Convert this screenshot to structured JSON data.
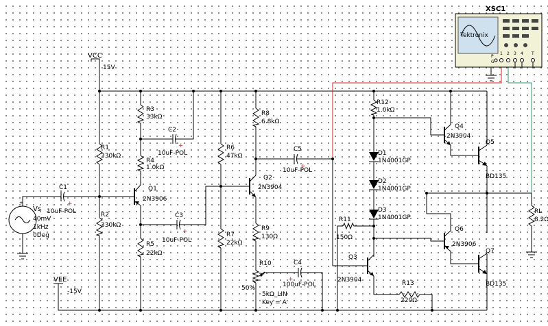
{
  "power": {
    "vcc_name": "VCC",
    "vcc_value": "15V",
    "vee_name": "VEE",
    "vee_value": "-15V"
  },
  "source": {
    "name": "Vs",
    "amplitude": "40mV",
    "frequency": "1kHz",
    "phase": "0Deg"
  },
  "oscilloscope": {
    "name": "XSC1",
    "brand": "Tektronix",
    "channels": [
      "1",
      "2",
      "3",
      "4",
      "T"
    ],
    "side_labels": [
      "P",
      "G"
    ]
  },
  "resistors": {
    "r1": {
      "name": "R1",
      "value": "330kΩ"
    },
    "r2": {
      "name": "R2",
      "value": "330kΩ"
    },
    "r3": {
      "name": "R3",
      "value": "33kΩ"
    },
    "r4": {
      "name": "R4",
      "value": "1.0kΩ"
    },
    "r5": {
      "name": "R5",
      "value": "22kΩ"
    },
    "r6": {
      "name": "R6",
      "value": "47kΩ"
    },
    "r7": {
      "name": "R7",
      "value": "22kΩ"
    },
    "r8": {
      "name": "R8",
      "value": "6.8kΩ"
    },
    "r9": {
      "name": "R9",
      "value": "130Ω"
    },
    "r11": {
      "name": "R11",
      "value": "150Ω"
    },
    "r12": {
      "name": "R12",
      "value": "1.0kΩ"
    },
    "r13": {
      "name": "R13",
      "value": "220Ω"
    },
    "rl": {
      "name": "RL",
      "value": "8.2Ω"
    }
  },
  "potentiometer": {
    "name": "R10",
    "value": "5kΩ_LIN",
    "key": "Key = A",
    "position": "50%"
  },
  "capacitors": {
    "c1": {
      "name": "C1",
      "value": "10uF-POL"
    },
    "c2": {
      "name": "C2",
      "value": "10uF-POL"
    },
    "c3": {
      "name": "C3",
      "value": "10uF-POL"
    },
    "c4": {
      "name": "C4",
      "value": "100uF-POL"
    },
    "c5": {
      "name": "C5",
      "value": "10uF-POL"
    }
  },
  "diodes": {
    "d1": {
      "name": "D1",
      "value": "1N4001GP"
    },
    "d2": {
      "name": "D2",
      "value": "1N4001GP"
    },
    "d3": {
      "name": "D3",
      "value": "1N4001GP"
    }
  },
  "transistors": {
    "q1": {
      "name": "Q1",
      "value": "2N3906"
    },
    "q2": {
      "name": "Q2",
      "value": "2N3904"
    },
    "q3": {
      "name": "Q3",
      "value": "2N3904"
    },
    "q4": {
      "name": "Q4",
      "value": "2N3904"
    },
    "q5": {
      "name": "Q5",
      "value": "BD135"
    },
    "q6": {
      "name": "Q6",
      "value": "2N3906"
    },
    "q7": {
      "name": "Q7",
      "value": "BD135"
    }
  },
  "polarity_mark": "+",
  "colors": {
    "wire": "#000000",
    "scope_wire_channel_a": "#e01f1f",
    "scope_wire_channel_b": "#2e9a64",
    "polarity": "#d02020",
    "scope_body": "#f2f2d8",
    "scope_screen": "#cfe0ee"
  }
}
